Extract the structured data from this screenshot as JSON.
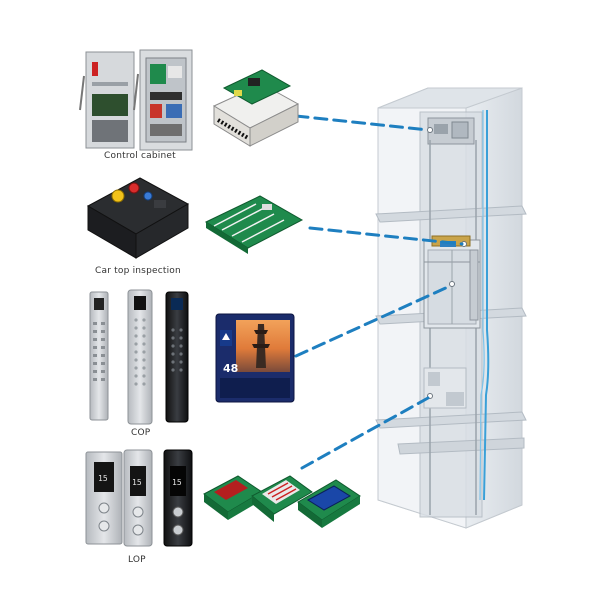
{
  "labels": {
    "control_cabinet": "Control cabinet",
    "car_top_inspection": "Car top inspection",
    "cop": "COP",
    "lop": "LOP"
  },
  "displays": {
    "lcd_floor": "48",
    "lop_floor_1": "15",
    "lop_floor_2": "15",
    "lop_floor_3": "15"
  },
  "colors": {
    "connector": "#1e7fc0",
    "pcb_green": "#1f8a4c",
    "panel_silver": "#c9ccd0",
    "panel_black": "#1d1f22",
    "shaft": "#dde2e7",
    "cable": "#3aa0d8"
  }
}
